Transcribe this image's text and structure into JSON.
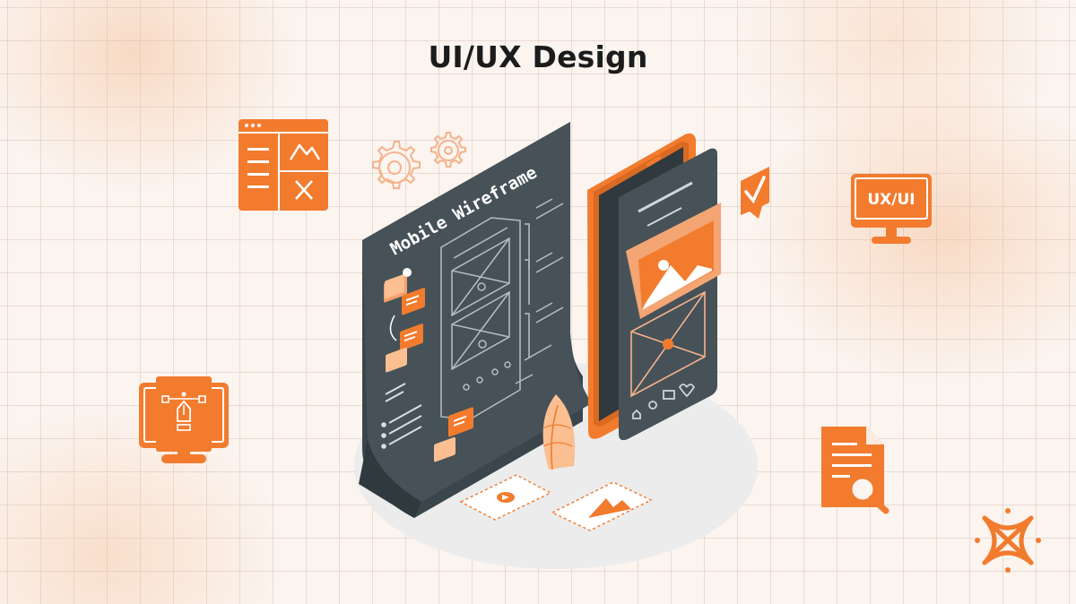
{
  "page": {
    "title": "UI/UX Design"
  },
  "illustration": {
    "wireframe_heading": "Mobile Wireframe",
    "monitor_badge_text": "UX/UI"
  },
  "colors": {
    "accent": "#f27b2e",
    "dark_panel": "#465258",
    "title": "#1c1c1c"
  },
  "icons": [
    "browser-layout-icon",
    "gear-icon",
    "check-badge-icon",
    "ux-ui-monitor-icon",
    "pen-tool-monitor-icon",
    "document-search-icon",
    "brand-logo-icon",
    "smartphone-icon",
    "image-placeholder-icon",
    "video-play-icon",
    "plant-leaf-icon"
  ]
}
